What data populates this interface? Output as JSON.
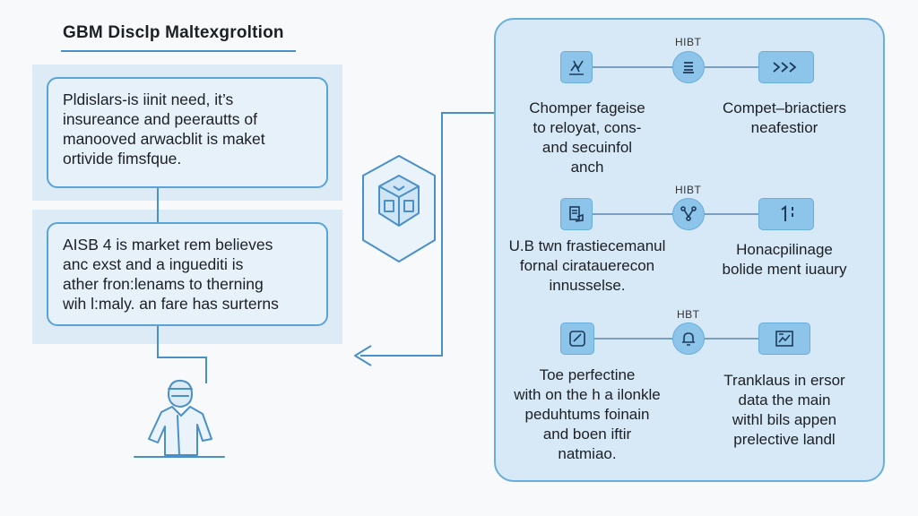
{
  "title": "GBM Disclp Maltexgroltion",
  "left": {
    "box1_lines": [
      "Pldislars-is iinit need, it’s",
      "insureance and peerautts of",
      "manooved arwacblit is maket",
      "ortivide fimsfque."
    ],
    "box2_lines": [
      "AISB 4 is market rem believes",
      "anc exst and a inguediti is",
      "ather fron:lenams to therning",
      "wih l:maly. an fare has surterns"
    ]
  },
  "right": {
    "rows": [
      {
        "hub_label": "HIBT",
        "left_icon": "chart-icon",
        "hub_icon": "list-icon",
        "right_icon": "arrows-icon",
        "left_caption": [
          "Chomper fageise",
          "to reloyat, cons-",
          "and secuinfol",
          "anch"
        ],
        "right_caption": [
          "Compet–briactiers",
          "neafestior"
        ]
      },
      {
        "hub_label": "HIBT",
        "left_icon": "document-hand-icon",
        "hub_icon": "network-icon",
        "right_icon": "number-one-icon",
        "left_caption": [
          "U.B twn frastiecemanul",
          "fornal ciratauerecon",
          "innusselse."
        ],
        "right_caption": [
          "Honacpilinage",
          "bolide ment iuaury"
        ]
      },
      {
        "hub_label": "HBT",
        "left_icon": "gauge-icon",
        "hub_icon": "bell-icon",
        "right_icon": "screen-chart-icon",
        "left_caption": [
          "Toe perfectine",
          "with on the h a ilonkle",
          "peduhtums foinain",
          "and boen iftir",
          "natmiao."
        ],
        "right_caption": [
          "Tranklaus in ersor",
          "data the main",
          "withl bils appen",
          "prelective landl"
        ]
      }
    ]
  },
  "icons": {
    "cube": "cube-icon",
    "person": "person-icon"
  },
  "colors": {
    "accent": "#4a90c8",
    "panel": "#d7e9f6",
    "tile": "#8cc4ea"
  }
}
